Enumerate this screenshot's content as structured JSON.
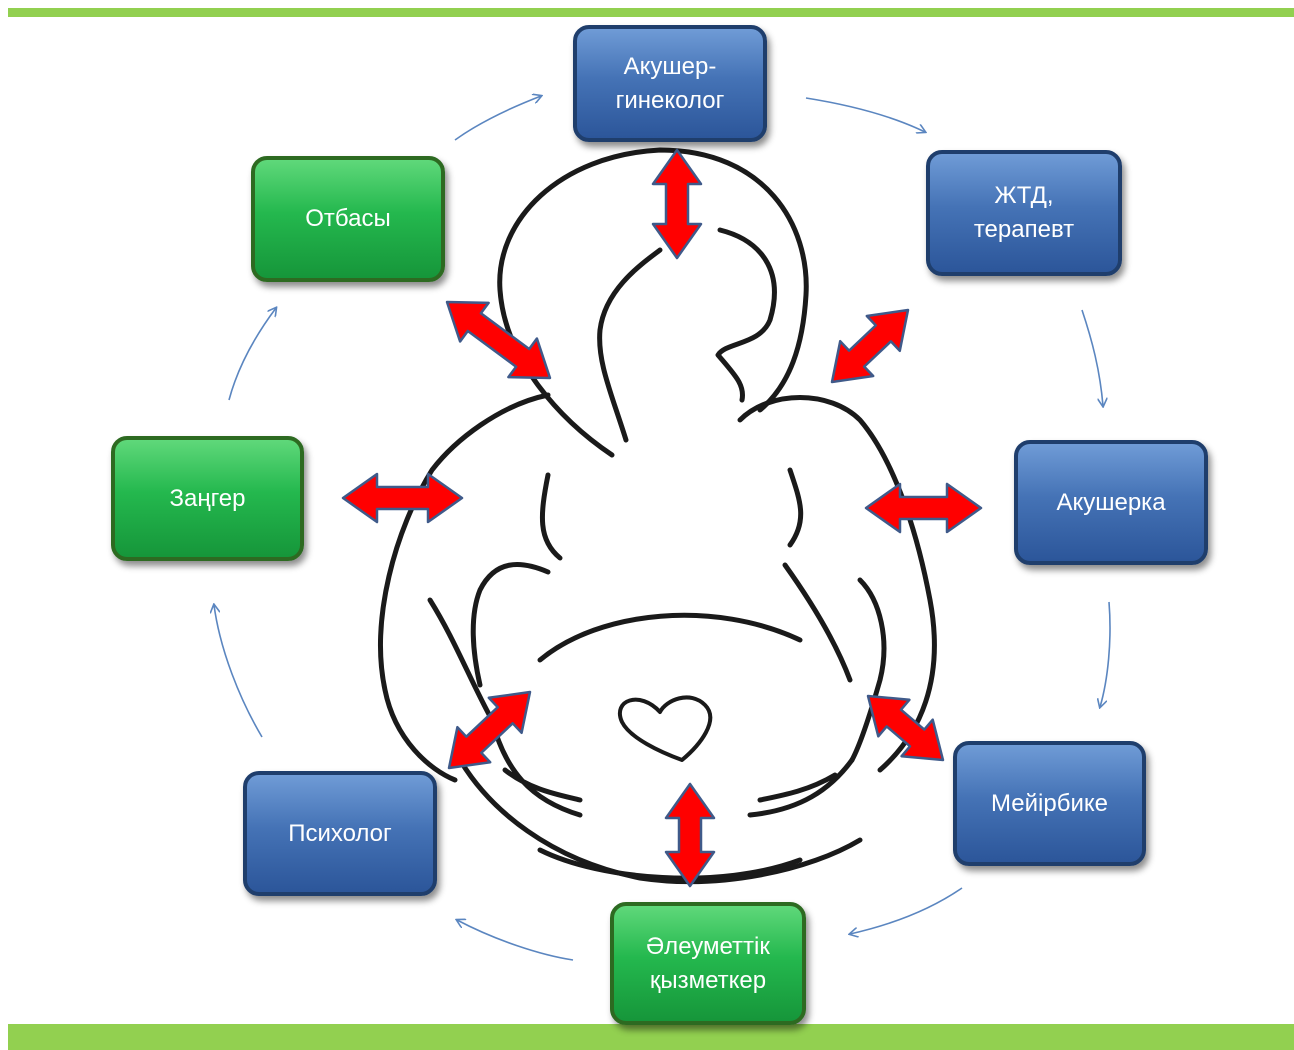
{
  "colors": {
    "bar": "#92d050",
    "blue_box": "#3b67a8",
    "green_box": "#1fae4b",
    "double_arrow": "#ff0000",
    "cycle_arrow": "#5b86c0",
    "figure_line": "#1a1a1a"
  },
  "nodes": [
    {
      "id": "obstetrician",
      "label": "Акушер-\nгинеколог",
      "style": "blue"
    },
    {
      "id": "gp-therapist",
      "label": "ЖТД,\nтерапевт",
      "style": "blue"
    },
    {
      "id": "midwife",
      "label": "Акушерка",
      "style": "blue"
    },
    {
      "id": "nurse",
      "label": "Мейірбике",
      "style": "blue"
    },
    {
      "id": "social-worker",
      "label": "Әлеуметтік\nқызметкер",
      "style": "green"
    },
    {
      "id": "psychologist",
      "label": "Психолог",
      "style": "blue"
    },
    {
      "id": "lawyer",
      "label": "Заңгер",
      "style": "green"
    },
    {
      "id": "family",
      "label": "Отбасы",
      "style": "green"
    }
  ],
  "center_figure": "pregnant-woman-outline-with-heart"
}
